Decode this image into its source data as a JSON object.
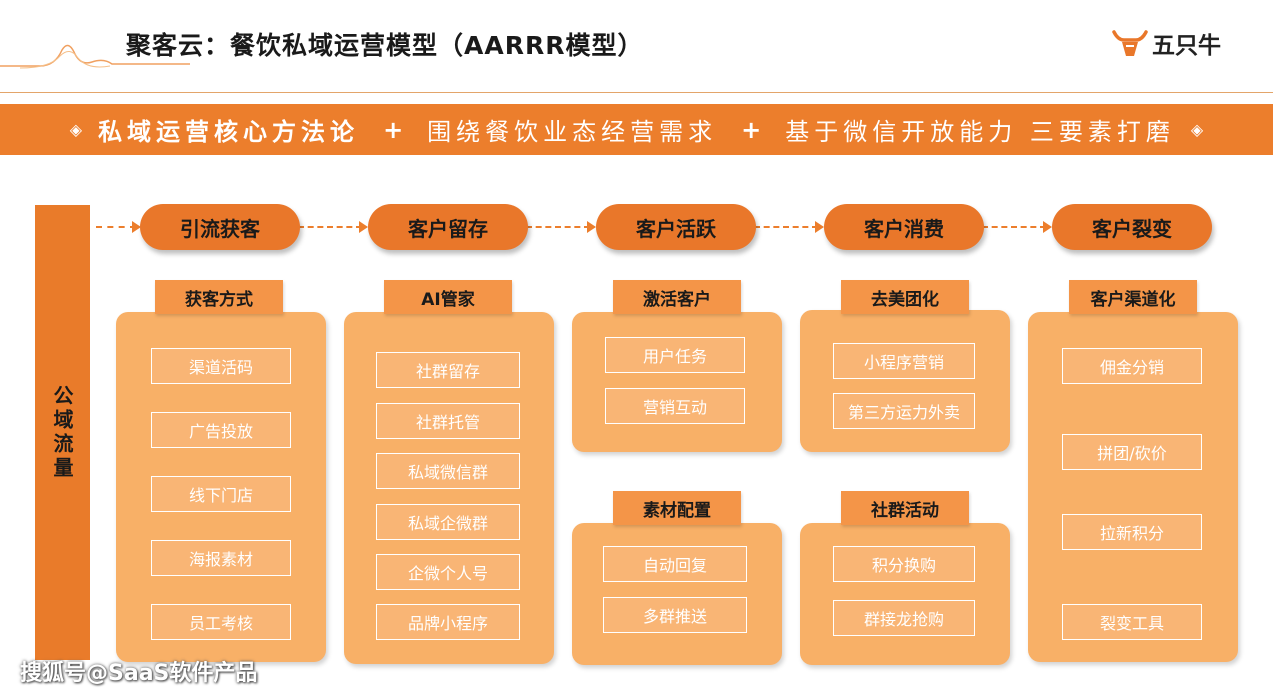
{
  "header": {
    "title": "聚客云：餐饮私域运营模型（AARRR模型）",
    "logo_text": "五只牛",
    "logo_icon": "bull-head-icon"
  },
  "banner": {
    "part1": "私域运营核心方法论",
    "plus1": "+",
    "part2": "围绕餐饮业态经营需求",
    "plus2": "+",
    "part3": "基于微信开放能力 三要素打磨",
    "diamond": "◈"
  },
  "sidebar": {
    "label": "公域流量"
  },
  "stages": [
    {
      "label": "引流获客"
    },
    {
      "label": "客户留存"
    },
    {
      "label": "客户活跃"
    },
    {
      "label": "客户消费"
    },
    {
      "label": "客户裂变"
    }
  ],
  "groups": [
    {
      "title": "获客方式",
      "items": [
        "渠道活码",
        "广告投放",
        "线下门店",
        "海报素材",
        "员工考核"
      ]
    },
    {
      "title": "AI管家",
      "items": [
        "社群留存",
        "社群托管",
        "私域微信群",
        "私域企微群",
        "企微个人号",
        "品牌小程序"
      ]
    },
    {
      "title": "激活客户",
      "items": [
        "用户任务",
        "营销互动"
      ]
    },
    {
      "title": "素材配置",
      "items": [
        "自动回复",
        "多群推送"
      ]
    },
    {
      "title": "去美团化",
      "items": [
        "小程序营销",
        "第三方运力外卖"
      ]
    },
    {
      "title": "社群活动",
      "items": [
        "积分换购",
        "群接龙抢购"
      ]
    },
    {
      "title": "客户渠道化",
      "items": [
        "佣金分销",
        "拼团/砍价",
        "拉新积分",
        "裂变工具"
      ]
    }
  ],
  "watermark": "搜狐号@SaaS软件产品",
  "colors": {
    "accent": "#ec7e2c",
    "panel": "#f8b067",
    "tab": "#f49548"
  }
}
